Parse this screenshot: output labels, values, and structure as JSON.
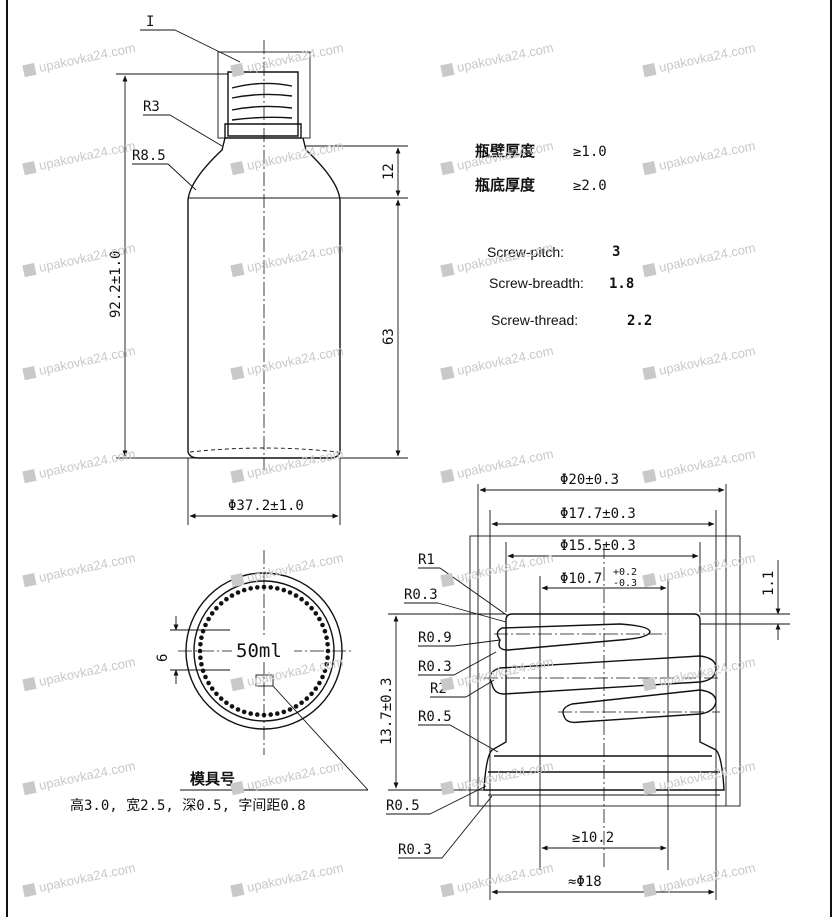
{
  "wall": {
    "label_cn": "瓶壁厚度",
    "value": "≥1.0"
  },
  "bottom": {
    "label_cn": "瓶底厚度",
    "value": "≥2.0"
  },
  "screw": {
    "pitch_label": "Screw-pitch:",
    "pitch_value": "3",
    "breadth_label": "Screw-breadth:",
    "breadth_value": "1.8",
    "thread_label": "Screw-thread:",
    "thread_value": "2.2"
  },
  "bottle": {
    "detail_marker": "I",
    "r_top": "R3",
    "r_shoulder": "R8.5",
    "height": "92.2±1.0",
    "shoulder_height": "12",
    "body_height": "63",
    "diameter": "Φ37.2±1.0"
  },
  "base": {
    "capacity": "50ml",
    "mark_height": "6",
    "mold_title": "模具号",
    "mold_spec": "高3.0, 宽2.5, 深0.5, 字间距0.8"
  },
  "neck": {
    "d_outer": "Φ20±0.3",
    "d_thread": "Φ17.7±0.3",
    "d_root": "Φ15.5±0.3",
    "d_bore": "Φ10.7",
    "d_bore_tol_up": "+0.2",
    "d_bore_tol_down": "-0.3",
    "lip": "1.1",
    "r1": "R1",
    "r03a": "R0.3",
    "r09": "R0.9",
    "r03b": "R0.3",
    "r2": "R2",
    "r05a": "R0.5",
    "height": "13.7±0.3",
    "r05b": "R0.5",
    "r03c": "R0.3",
    "d_inner_min": "≥10.2",
    "d_approx": "≈Φ18"
  },
  "watermark": {
    "text": "upakovka24.com"
  }
}
